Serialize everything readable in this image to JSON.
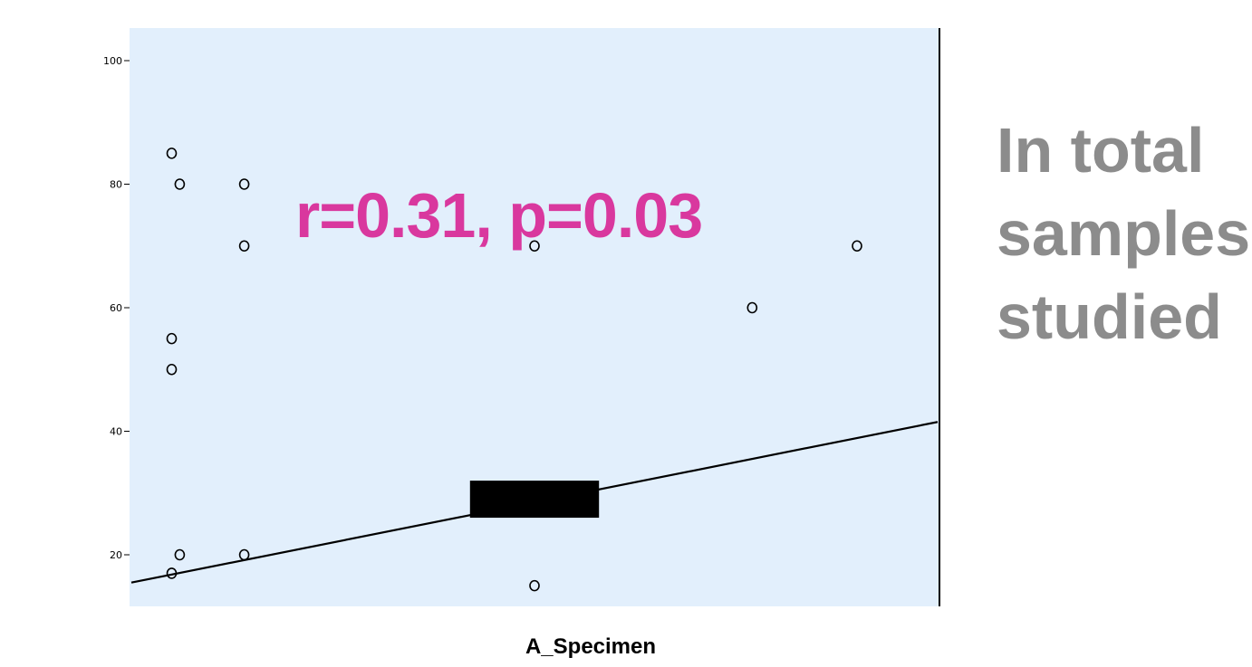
{
  "chart_data": {
    "type": "scatter",
    "xlabel": "A_Specimen",
    "ylabel": "",
    "ylim": [
      11,
      105
    ],
    "yticks": [
      20,
      40,
      60,
      80,
      100
    ],
    "ytick_labels": [
      "20",
      "40",
      "60",
      "80",
      "100"
    ],
    "grid": false,
    "plot_background": "#e2effc",
    "points": [
      {
        "x": 1.0,
        "y": 85
      },
      {
        "x": 1.2,
        "y": 80
      },
      {
        "x": 1.0,
        "y": 55
      },
      {
        "x": 1.0,
        "y": 50
      },
      {
        "x": 1.2,
        "y": 20
      },
      {
        "x": 1.0,
        "y": 17
      },
      {
        "x": 2.8,
        "y": 80
      },
      {
        "x": 2.8,
        "y": 70
      },
      {
        "x": 2.8,
        "y": 20
      },
      {
        "x": 10.0,
        "y": 70
      },
      {
        "x": 10.0,
        "y": 15
      },
      {
        "x": 15.4,
        "y": 60
      },
      {
        "x": 18.0,
        "y": 70
      }
    ],
    "x_range": [
      0,
      20
    ],
    "fit_line": {
      "x": [
        0,
        20
      ],
      "y": [
        15.5,
        41.5
      ]
    },
    "redaction_box": {
      "x": [
        8.4,
        11.6
      ],
      "y": [
        26,
        32
      ]
    },
    "annotation": "r=0.31, p=0.03",
    "annotation_color": "#d9389e"
  },
  "side_text": {
    "lines": [
      "In total",
      "samples",
      "studied"
    ],
    "color": "#8c8c8c"
  }
}
